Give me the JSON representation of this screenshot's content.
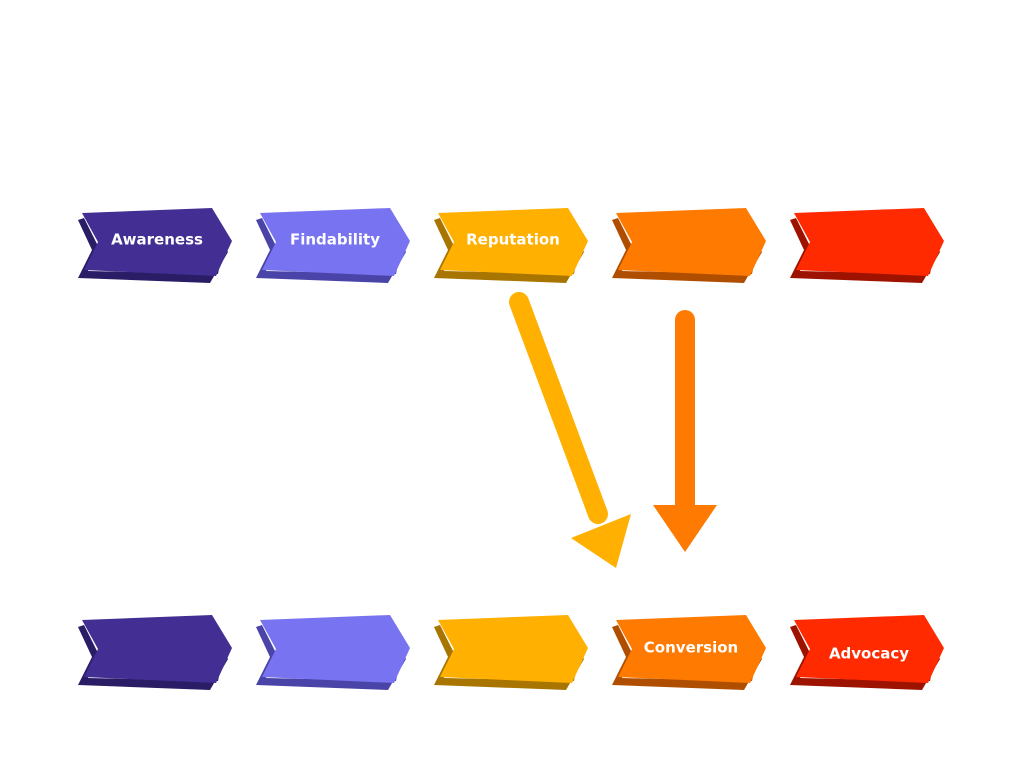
{
  "diagram": {
    "top_row": [
      {
        "label": "Awareness",
        "color": "#432f93",
        "shade": "#2a1d66"
      },
      {
        "label": "Findability",
        "color": "#7873f0",
        "shade": "#4a44a8"
      },
      {
        "label": "Reputation",
        "color": "#ffb000",
        "shade": "#a87500"
      },
      {
        "label": "",
        "color": "#ff7a00",
        "shade": "#b04e00"
      },
      {
        "label": "",
        "color": "#ff2a00",
        "shade": "#9e1200"
      }
    ],
    "bottom_row": [
      {
        "label": "",
        "color": "#432f93",
        "shade": "#2a1d66"
      },
      {
        "label": "",
        "color": "#7873f0",
        "shade": "#4a44a8"
      },
      {
        "label": "",
        "color": "#ffb000",
        "shade": "#a87500"
      },
      {
        "label": "Conversion",
        "color": "#ff7a00",
        "shade": "#b04e00"
      },
      {
        "label": "Advocacy",
        "color": "#ff2a00",
        "shade": "#9e1200"
      }
    ],
    "arrows": [
      {
        "from": "Reputation",
        "to": "Conversion",
        "color": "#ffb000"
      },
      {
        "to": "Conversion",
        "color": "#ff7a00"
      }
    ]
  }
}
